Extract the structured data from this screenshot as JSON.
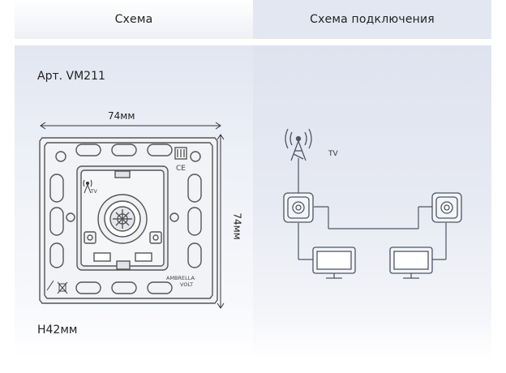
{
  "tabs": [
    {
      "label": "Схема"
    },
    {
      "label": "Схема подключения"
    }
  ],
  "product": {
    "article": "Арт. VM211",
    "width_dim": "74мм",
    "height_dim": "74мм",
    "depth": "H42мм",
    "brand_line1": "AMBRELLA",
    "brand_line2": "VOLT",
    "tv_badge": "TV"
  },
  "wiring": {
    "antenna_label": "TV",
    "devices": [
      "antenna-icon",
      "socket-1",
      "socket-2",
      "tv-monitor-1",
      "tv-monitor-2"
    ]
  },
  "colors": {
    "line": "#4d5566",
    "panel": "#e3e7f2"
  }
}
